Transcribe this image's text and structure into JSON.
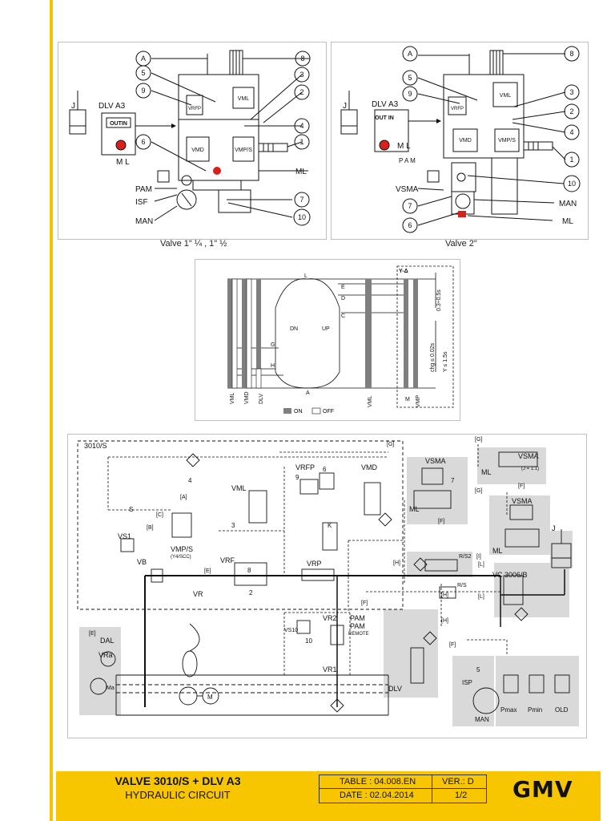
{
  "captions": {
    "valve_small": "Valve 1\" ¼ , 1\" ½",
    "valve_large": "Valve 2\""
  },
  "panel1_labels": {
    "A": "A",
    "n8": "8",
    "n5": "5",
    "n9": "9",
    "n3": "3",
    "n2": "2",
    "n4": "4",
    "n1": "1",
    "n6": "6",
    "n7": "7",
    "n10": "10",
    "J": "J",
    "DLV_A3": "DLV A3",
    "OUTIN": "OUTIN",
    "ML_left": "M L",
    "ML_right": "ML",
    "PAM": "PAM",
    "ISF": "ISF",
    "MAN": "MAN",
    "VRFP": "VRFP",
    "VML": "VML",
    "VMD": "VMD",
    "VMPS": "VMP/S"
  },
  "panel2_labels": {
    "A": "A",
    "n8": "8",
    "n5": "5",
    "n9": "9",
    "n3": "3",
    "n2": "2",
    "n4": "4",
    "n1": "1",
    "n10": "10",
    "n7": "7",
    "n6": "6",
    "J": "J",
    "DLV_A3": "DLV A3",
    "OUTIN": "OUT IN",
    "ML_left": "M L",
    "PAM": "P A M",
    "VSMA": "VSMA",
    "MAN": "MAN",
    "ML": "ML",
    "VRFP": "VRFP",
    "VML": "VML",
    "VMD": "VMD",
    "VMPS": "VMP/S"
  },
  "timing": {
    "DN": "DN",
    "UP": "UP",
    "Y_D": "Y-Δ",
    "t1": "0.3÷0.5s",
    "t2": "chg ≤ 0.02s",
    "t3": "Y ≤ 1.5s",
    "col_VML": "VML",
    "col_VMD": "VMD",
    "col_DLV": "DLV",
    "col_VML2": "VML",
    "col_VMP": "VMP",
    "L": "L",
    "E": "E",
    "D": "D",
    "C": "C",
    "G": "G",
    "H": "H",
    "A": "A",
    "M": "M",
    "legend_on": "ON",
    "legend_off": "OFF"
  },
  "circuit": {
    "frame_title": "3010/S",
    "G": "[G]",
    "G2": "[G]",
    "G3": "[G]",
    "F": "[F]",
    "F2": "[F]",
    "F3": "[F]",
    "F4": "[F]",
    "A": "[A]",
    "B": "[B]",
    "C": "[C]",
    "E": "[E]",
    "E2": "[E]",
    "H": "[H]",
    "H2": "[H]",
    "H3": "[H]",
    "L": "[L]",
    "L2": "[L]",
    "I": "[I]",
    "VRFP": "VRFP",
    "VMD": "VMD",
    "VML": "VML",
    "VMPS": "VMP/S",
    "VMPS_sub": "(Y4/SCC)",
    "VS1": "VS1",
    "VB": "VB",
    "VRF": "VRF",
    "VRP": "VRP",
    "VR": "VR",
    "VR2": "VR2",
    "VR1": "VR1",
    "VS10": "VS10",
    "PAM": "PAM",
    "PAM2": "PAM",
    "REMOTE": "REMOTE",
    "DAL": "DAL",
    "VRa": "VRa",
    "Ma": "Ma",
    "M": "M",
    "VSMA": "VSMA",
    "VSMA2": "VSMA",
    "VSMA3": "VSMA",
    "VSMA3_sub": "(J = 1:1)",
    "ML": "ML",
    "ML2": "ML",
    "ML3": "ML",
    "RS2": "R/S2",
    "RS": "R/S",
    "VC3006B": "VC 3006/B",
    "DLV": "DLV",
    "J": "J",
    "ISP": "ISP",
    "MAN": "MAN",
    "Pmax": "Pmax",
    "Pmin": "Pmin",
    "OLD": "OLD",
    "n2": "2",
    "n3": "3",
    "n4": "4",
    "n5": "5",
    "n6": "6",
    "n7": "7",
    "n8": "8",
    "n9": "9",
    "n10": "10",
    "K": "K",
    "S": "S"
  },
  "title_block": {
    "title": "VALVE 3010/S + DLV A3",
    "subtitle": "HYDRAULIC CIRCUIT",
    "table": "TABLE : 04.008.EN",
    "ver": "VER.: D",
    "date": "DATE : 02.04.2014",
    "page": "1/2",
    "logo": "GMV"
  },
  "colors": {
    "accent_yellow": "#f7c600",
    "bar_yellow": "#f2c400",
    "marker_red": "#d8201c",
    "shade_gray": "#d9d9d9",
    "bar_gray": "#7f7f7f"
  }
}
